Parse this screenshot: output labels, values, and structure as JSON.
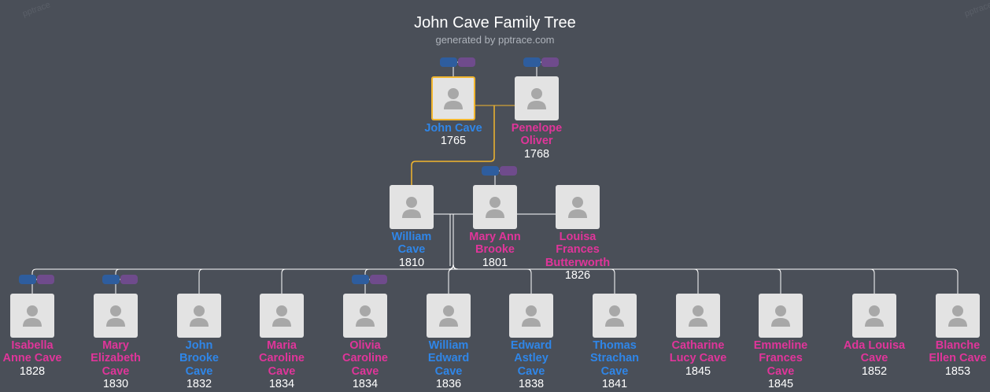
{
  "header": {
    "title": "John Cave Family Tree",
    "subtitle": "generated by pptrace.com",
    "watermark": "pptrace"
  },
  "colors": {
    "background": "#4a4f58",
    "male": "#2f86e8",
    "female": "#e0359a",
    "highlight": "#f2b62e",
    "line": "#ffffff",
    "badge_blue": "#2e5d9e",
    "badge_purple": "#6f4b8c"
  },
  "icons": {
    "person": "person-silhouette-icon",
    "expand": "family-expand-icon"
  },
  "generations": {
    "root": [
      {
        "id": "john",
        "name_lines": [
          "John Cave"
        ],
        "year": "1765",
        "gender": "male",
        "selected": true,
        "expand": true
      },
      {
        "id": "penelope",
        "name_lines": [
          "Penelope",
          "Oliver"
        ],
        "year": "1768",
        "gender": "female",
        "expand": true
      }
    ],
    "middle": [
      {
        "id": "william",
        "name_lines": [
          "William",
          "Cave"
        ],
        "year": "1810",
        "gender": "male"
      },
      {
        "id": "maryann",
        "name_lines": [
          "Mary Ann",
          "Brooke"
        ],
        "year": "1801",
        "gender": "female",
        "expand": true
      },
      {
        "id": "louisa",
        "name_lines": [
          "Louisa",
          "Frances",
          "Butterworth"
        ],
        "year": "1826",
        "gender": "female"
      }
    ],
    "children": [
      {
        "id": "isabella",
        "name_lines": [
          "Isabella",
          "Anne Cave"
        ],
        "year": "1828",
        "gender": "female",
        "expand": true
      },
      {
        "id": "mary",
        "name_lines": [
          "Mary",
          "Elizabeth",
          "Cave"
        ],
        "year": "1830",
        "gender": "female",
        "expand": true
      },
      {
        "id": "johnb",
        "name_lines": [
          "John",
          "Brooke",
          "Cave"
        ],
        "year": "1832",
        "gender": "male"
      },
      {
        "id": "maria",
        "name_lines": [
          "Maria",
          "Caroline",
          "Cave"
        ],
        "year": "1834",
        "gender": "female"
      },
      {
        "id": "olivia",
        "name_lines": [
          "Olivia",
          "Caroline",
          "Cave"
        ],
        "year": "1834",
        "gender": "female",
        "expand": true
      },
      {
        "id": "williame",
        "name_lines": [
          "William",
          "Edward",
          "Cave"
        ],
        "year": "1836",
        "gender": "male"
      },
      {
        "id": "edward",
        "name_lines": [
          "Edward",
          "Astley",
          "Cave"
        ],
        "year": "1838",
        "gender": "male"
      },
      {
        "id": "thomas",
        "name_lines": [
          "Thomas",
          "Strachan",
          "Cave"
        ],
        "year": "1841",
        "gender": "male"
      },
      {
        "id": "catharine",
        "name_lines": [
          "Catharine",
          "Lucy Cave"
        ],
        "year": "1845",
        "gender": "female"
      },
      {
        "id": "emmeline",
        "name_lines": [
          "Emmeline",
          "Frances",
          "Cave"
        ],
        "year": "1845",
        "gender": "female"
      },
      {
        "id": "ada",
        "name_lines": [
          "Ada Louisa",
          "Cave"
        ],
        "year": "1852",
        "gender": "female"
      },
      {
        "id": "blanche",
        "name_lines": [
          "Blanche",
          "Ellen Cave"
        ],
        "year": "1853",
        "gender": "female"
      }
    ]
  }
}
